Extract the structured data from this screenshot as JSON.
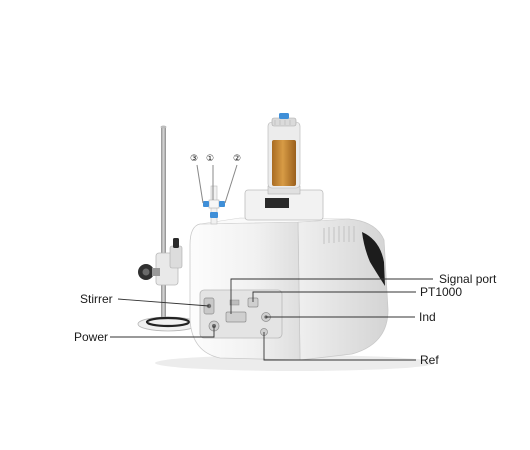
{
  "callouts": {
    "signal_port": "Signal port",
    "pt1000": "PT1000",
    "ind": "Ind",
    "ref": "Ref",
    "stirrer": "Stirrer",
    "power": "Power"
  },
  "ports": {
    "port_3": "③",
    "port_1": "①",
    "port_2": "②"
  },
  "colors": {
    "body": "#f4f4f4",
    "reagent": "#c98a34",
    "valve_blue": "#3f8fd8",
    "panel": "#dcdcdc",
    "rod": "#a9a9a9"
  }
}
